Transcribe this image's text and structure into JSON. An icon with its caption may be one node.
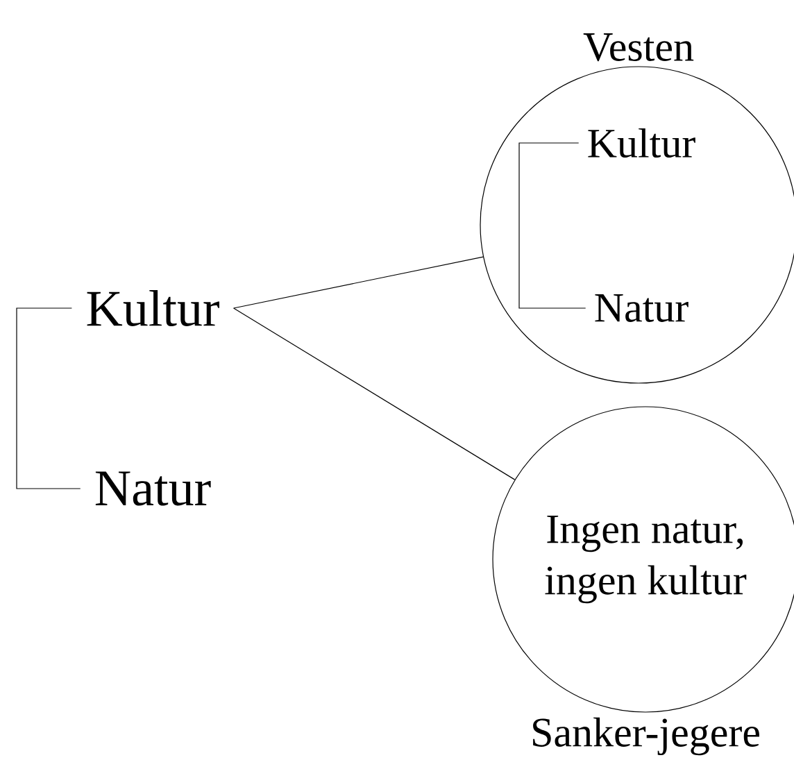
{
  "diagram": {
    "nodes": [
      {
        "text": [
          "Kultur"
        ]
      },
      {
        "text": [
          "Natur"
        ]
      },
      {
        "text": [
          "Vesten"
        ]
      },
      {
        "text": [
          "Kultur"
        ],
        "in": 2
      },
      {
        "text": [
          "Natur"
        ],
        "in": 2
      },
      {
        "text": [
          "Ingen natur, ingen kultur",
          "Sanker-jegere"
        ]
      }
    ],
    "edges": [
      {
        "from": 0,
        "to": 1,
        "arrow": "none"
      },
      {
        "from": 0,
        "to": 2,
        "arrow": "none"
      },
      {
        "from": 0,
        "to": 5,
        "arrow": "none"
      },
      {
        "from": 3,
        "to": 4,
        "arrow": "none"
      }
    ]
  }
}
